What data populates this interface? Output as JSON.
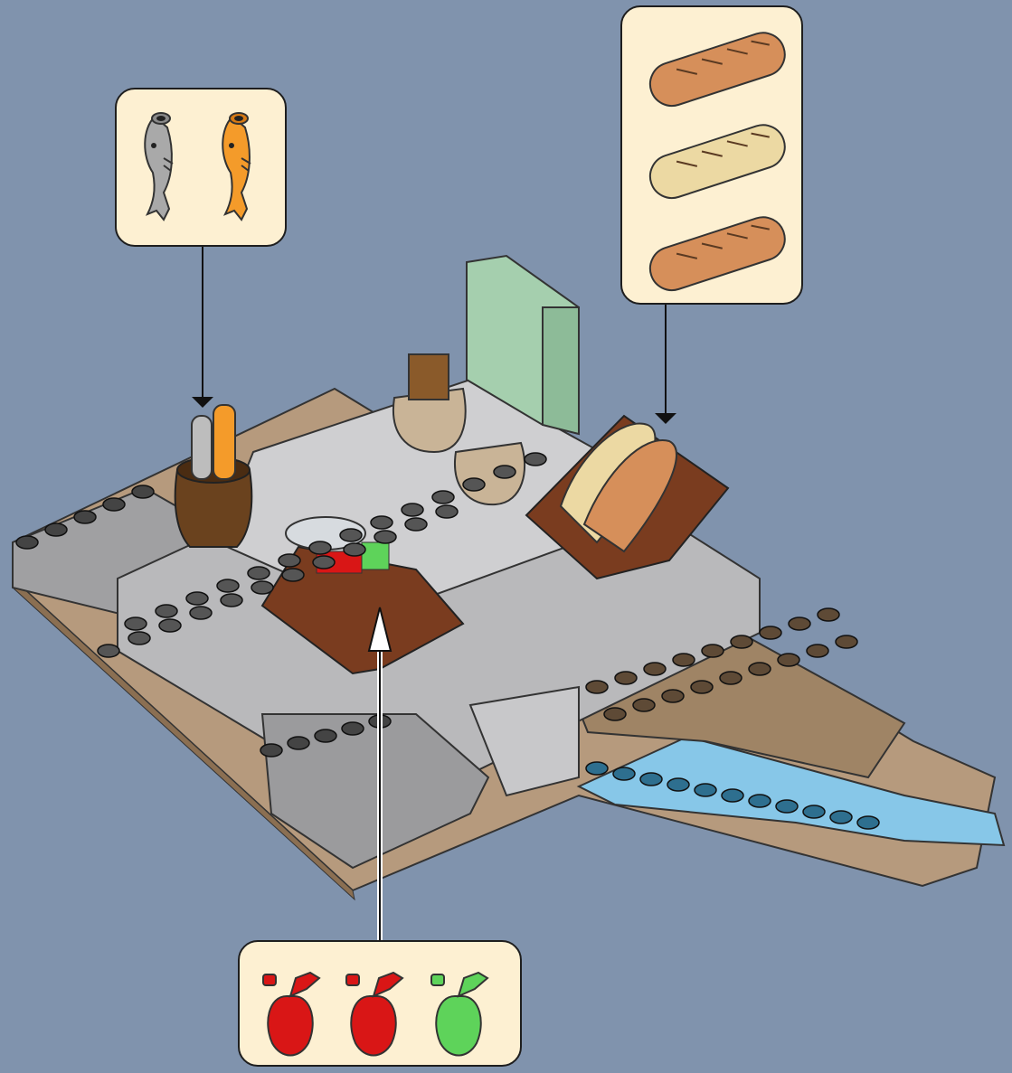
{
  "page": {
    "background_color": "#8093ad",
    "callout_fill": "#fdf0d2",
    "callout_border": "#1e1e1e"
  },
  "callouts": [
    {
      "id": "fish",
      "parts": [
        {
          "name": "fish-part",
          "color": "#a9a9a9",
          "quantity": 1
        },
        {
          "name": "fish-part",
          "color": "#f49b2a",
          "quantity": 1
        }
      ]
    },
    {
      "id": "bread",
      "parts": [
        {
          "name": "baguette-part",
          "color": "#d68f5a",
          "quantity": 1
        },
        {
          "name": "baguette-part",
          "color": "#ecd9a3",
          "quantity": 1
        },
        {
          "name": "baguette-part",
          "color": "#d68f5a",
          "quantity": 1
        }
      ]
    },
    {
      "id": "apples",
      "parts": [
        {
          "name": "apple-part",
          "color": "#d91616",
          "quantity": 1
        },
        {
          "name": "apple-part",
          "color": "#d91616",
          "quantity": 1
        },
        {
          "name": "apple-part",
          "color": "#5ed35a",
          "quantity": 1
        }
      ]
    }
  ],
  "model": {
    "colors": {
      "dark_gray": "#6e6e70",
      "light_gray": "#b9b9bb",
      "tan": "#b69a7d",
      "dark_tan": "#9f8465",
      "brown": "#7a3c1f",
      "sand_green": "#a5cfae",
      "azure": "#87c7e8"
    }
  }
}
